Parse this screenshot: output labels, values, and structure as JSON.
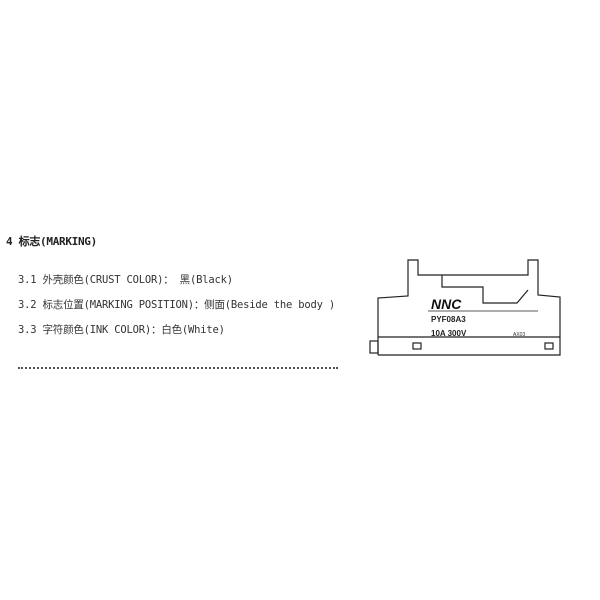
{
  "section": {
    "heading": "4 标志(MARKING)",
    "items": [
      "3.1 外壳颜色(CRUST COLOR)：  黑(Black)",
      "3.2 标志位置(MARKING POSITION)：侧面(Beside the body )",
      "3.3 字符颜色(INK COLOR)：白色(White)"
    ]
  },
  "drawing": {
    "brand": "NNC",
    "model": "PYF08A3",
    "rating": "10A 300V",
    "code": "AX03"
  }
}
